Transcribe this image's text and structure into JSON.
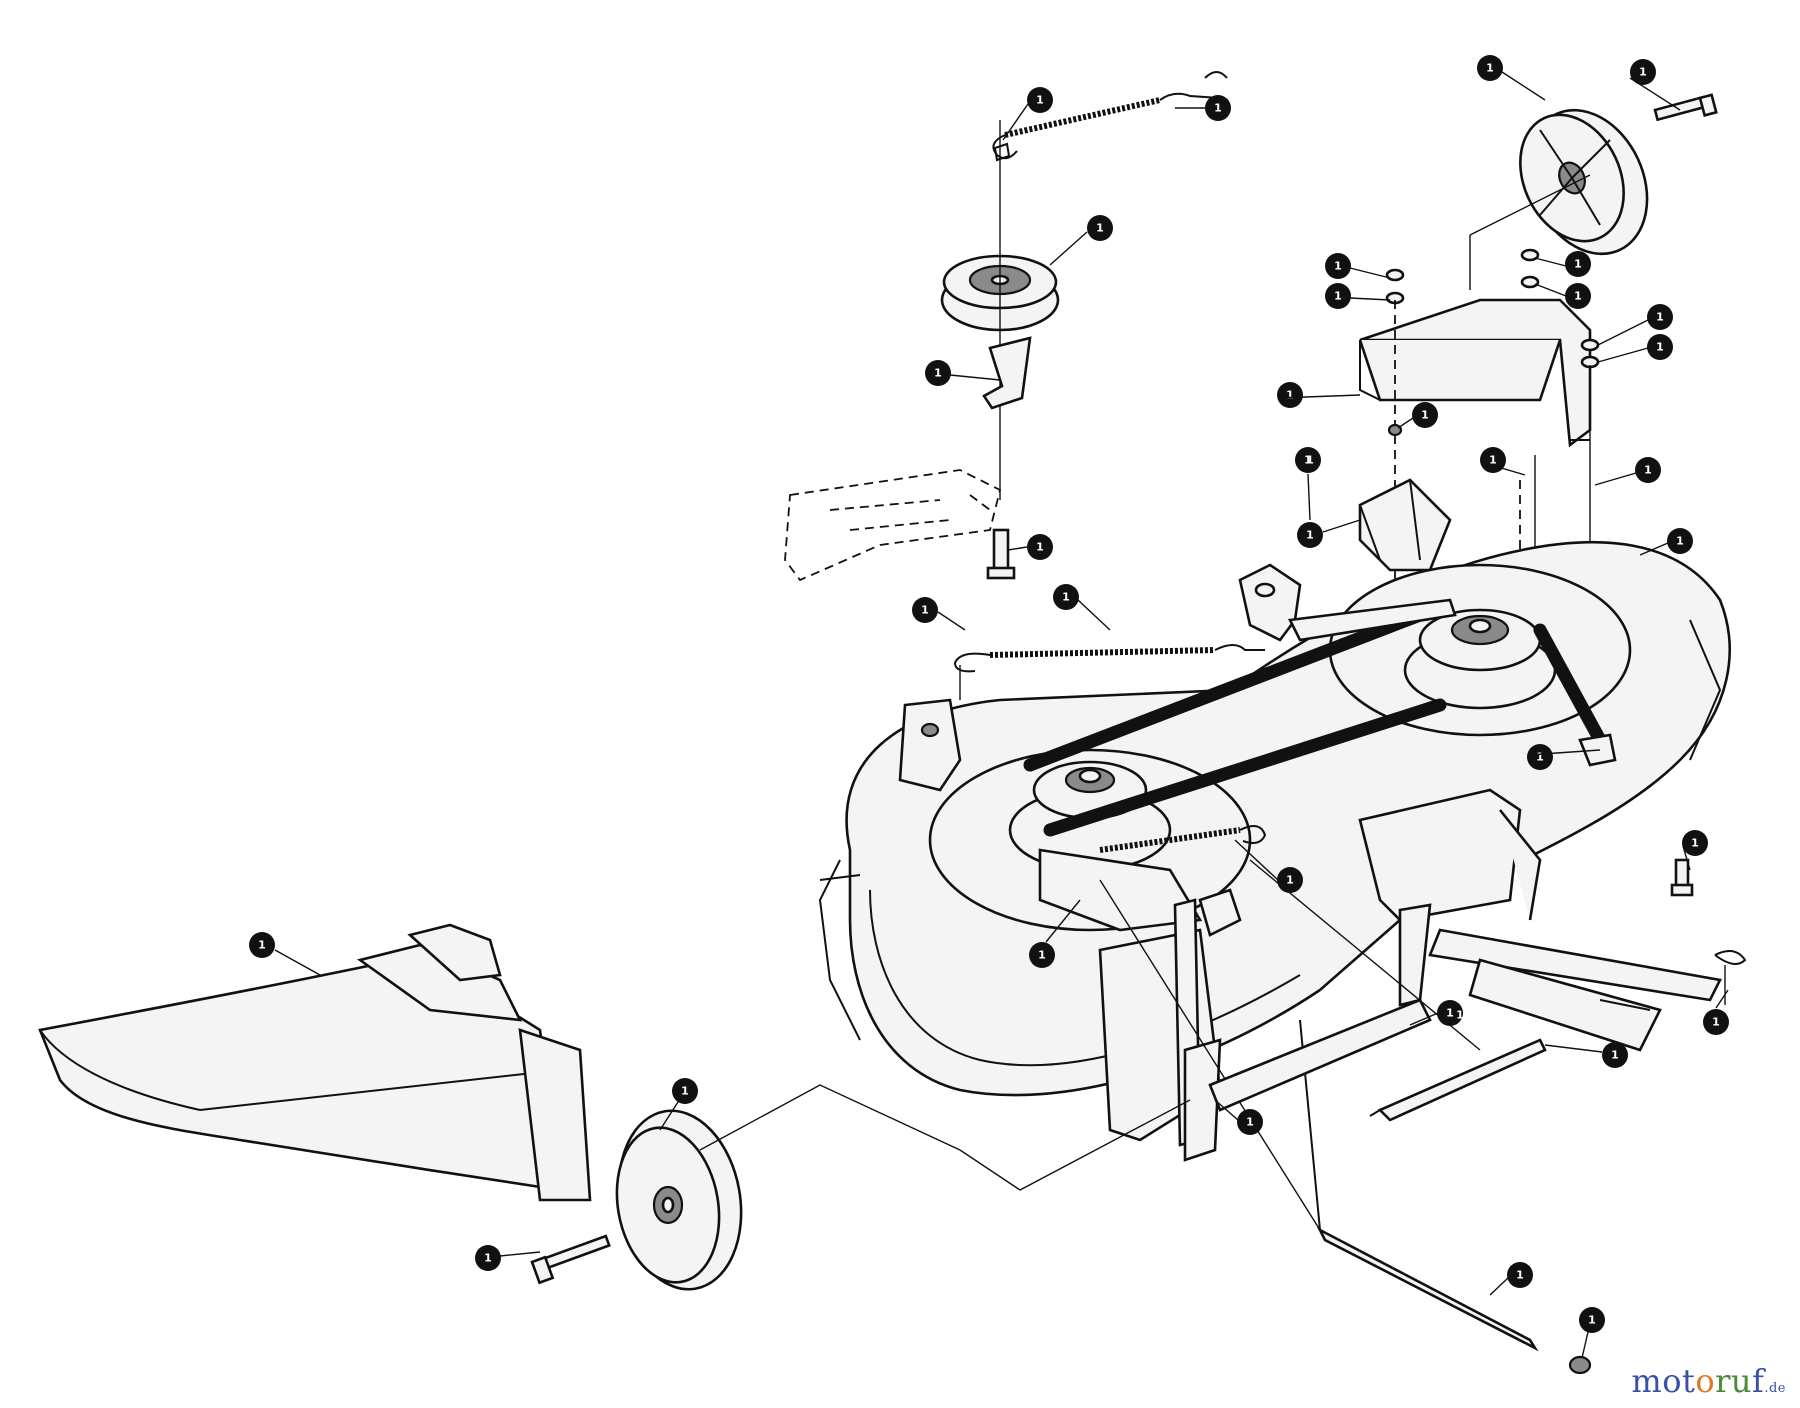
{
  "diagram": {
    "callout_numbers": {
      "c01": "1",
      "c02": "1",
      "c03": "1",
      "c04": "1",
      "c05": "1",
      "c06": "1",
      "c07": "1",
      "c08": "1",
      "c09": "1",
      "c10": "1",
      "c11": "1",
      "c12": "1",
      "c13": "1",
      "c14": "1",
      "c15": "1",
      "c16": "1",
      "c17": "1",
      "c18": "1",
      "c19": "1",
      "c20": "1",
      "c21": "1",
      "c22": "1",
      "c23": "1",
      "c24": "1",
      "c25": "1",
      "c26": "1",
      "c27": "1",
      "c28": "1",
      "c29": "1",
      "c30": "1",
      "c31": "1",
      "c32": "1",
      "c33": "1",
      "c34": "1",
      "c35": "1",
      "c36": "1",
      "c37": "1"
    }
  },
  "watermark": {
    "part1": "mot",
    "part2": "o",
    "part3": "ru",
    "part4": "f",
    "suffix": ".de"
  }
}
